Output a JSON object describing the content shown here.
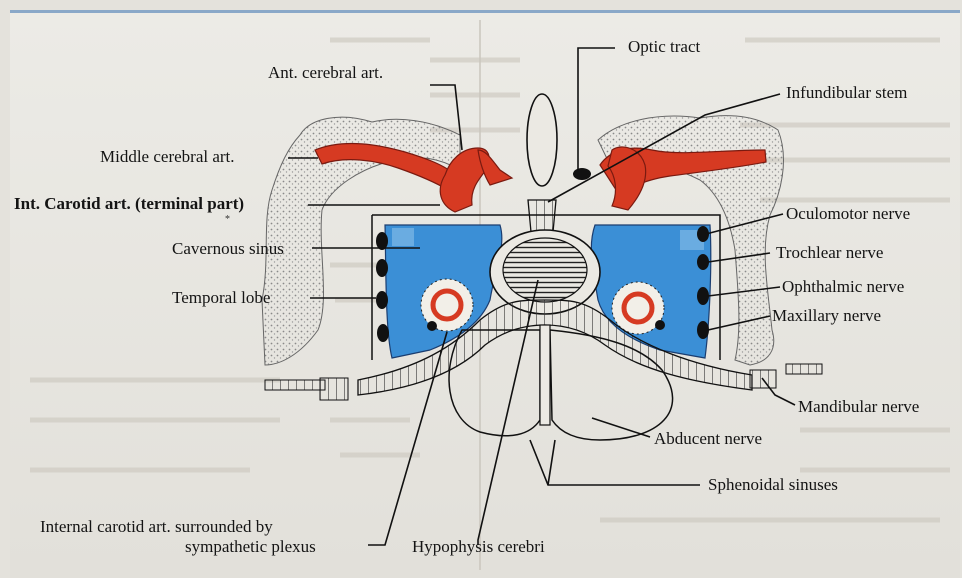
{
  "labels": {
    "optic_tract": "Optic tract",
    "ant_cerebral": "Ant. cerebral art.",
    "infundibular_stem": "Infundibular stem",
    "middle_cerebral": "Middle cerebral art.",
    "int_carotid_terminal": "Int. Carotid art. (terminal part)",
    "oculomotor": "Oculomotor nerve",
    "cavernous_sinus": "Cavernous sinus",
    "trochlear": "Trochlear nerve",
    "temporal_lobe": "Temporal lobe",
    "ophthalmic": "Ophthalmic nerve",
    "maxillary": "Maxillary nerve",
    "mandibular": "Mandibular nerve",
    "abducent": "Abducent nerve",
    "sphenoidal_sinuses": "Sphenoidal sinuses",
    "internal_carotid_1": "Internal carotid art. surrounded by",
    "internal_carotid_2": "sympathetic plexus",
    "hypophysis": "Hypophysis cerebri"
  },
  "colors": {
    "artery": "#d63a22",
    "sinus": "#3b8fd6",
    "nerve": "#111111"
  }
}
